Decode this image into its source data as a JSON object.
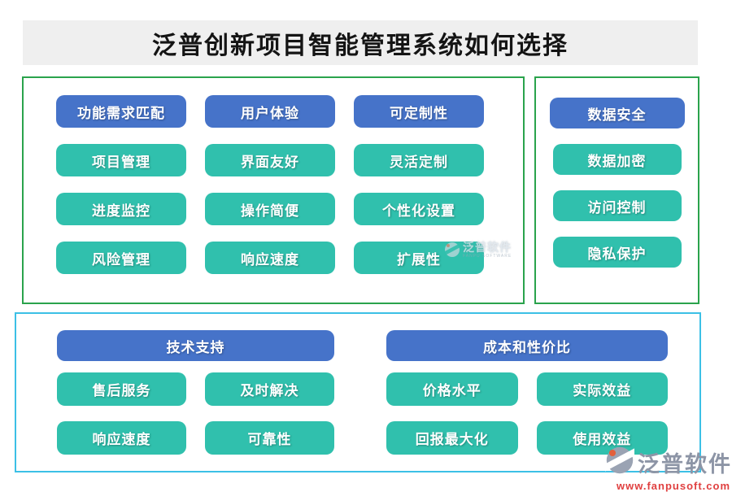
{
  "title": "泛普创新项目智能管理系统如何选择",
  "groups": [
    {
      "header": "功能需求匹配",
      "items": [
        "项目管理",
        "进度监控",
        "风险管理"
      ]
    },
    {
      "header": "用户体验",
      "items": [
        "界面友好",
        "操作简便",
        "响应速度"
      ]
    },
    {
      "header": "可定制性",
      "items": [
        "灵活定制",
        "个性化设置",
        "扩展性"
      ]
    },
    {
      "header": "数据安全",
      "items": [
        "数据加密",
        "访问控制",
        "隐私保护"
      ]
    },
    {
      "header": "技术支持",
      "items": [
        "售后服务",
        "及时解决",
        "响应速度",
        "可靠性"
      ]
    },
    {
      "header": "成本和性价比",
      "items": [
        "价格水平",
        "实际效益",
        "回报最大化",
        "使用效益"
      ]
    }
  ],
  "watermark": {
    "name": "泛普软件",
    "subtitle": "FANPU SOFTWARE"
  },
  "brand": {
    "name": "泛普软件",
    "url": "www.fanpusoft.com"
  },
  "colors": {
    "header-blue": "#4673c9",
    "item-teal": "#30c0ad",
    "border-green": "#2aa34c",
    "border-cyan": "#3cc0e6",
    "title-bg": "#efefef",
    "url-red": "#e04040",
    "brand-grey": "#8d95a6"
  }
}
